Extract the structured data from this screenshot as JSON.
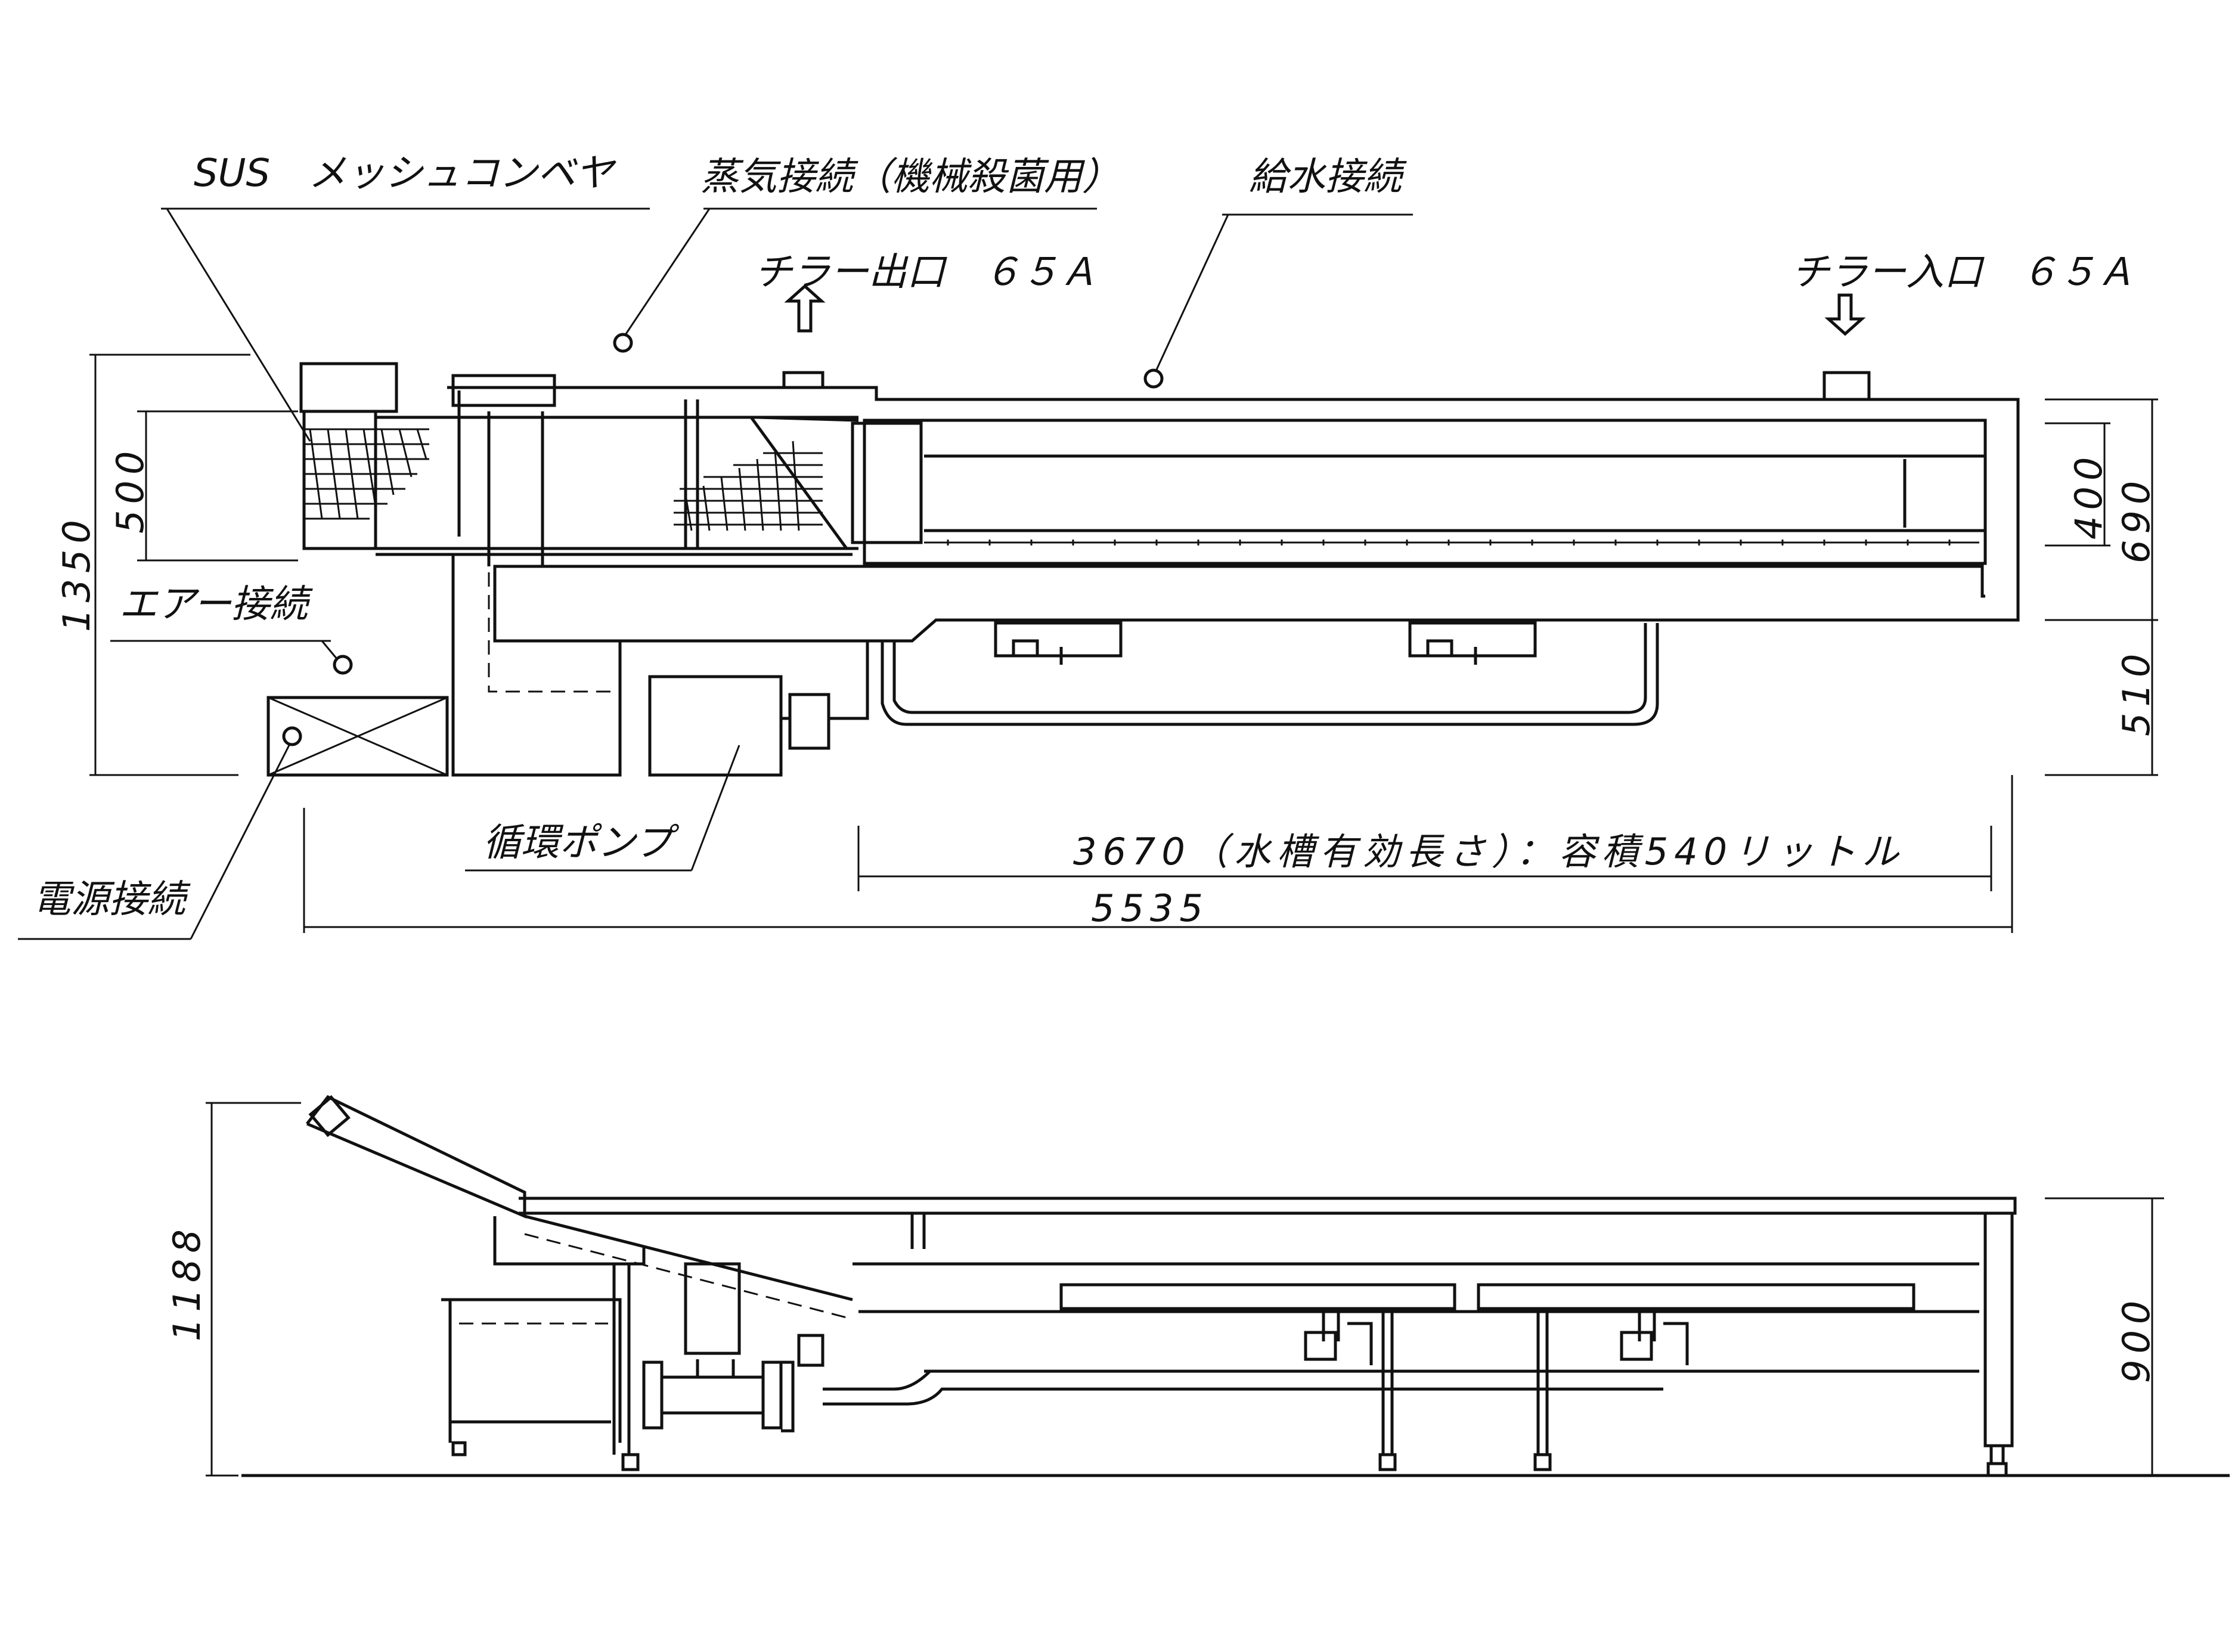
{
  "top_view": {
    "labels": {
      "conveyor": "SUS　メッシュコンベヤ",
      "steam": "蒸気接続（機械殺菌用）",
      "water_supply": "給水接続",
      "chiller_out": "チラー出口　６５Ａ",
      "chiller_in": "チラー入口　６５Ａ",
      "air": "エアー接続",
      "power": "電源接続",
      "pump": "循環ポンプ"
    },
    "dimensions": {
      "height_total": "1350",
      "conveyor_height": "500",
      "inner_400": "400",
      "upper_690": "690",
      "lower_510": "510",
      "tank_length": "3670（水槽有効長さ）：容積540リットル",
      "total_length": "5535"
    }
  },
  "side_view": {
    "dimensions": {
      "height_total": "1188",
      "tank_height": "900"
    }
  }
}
